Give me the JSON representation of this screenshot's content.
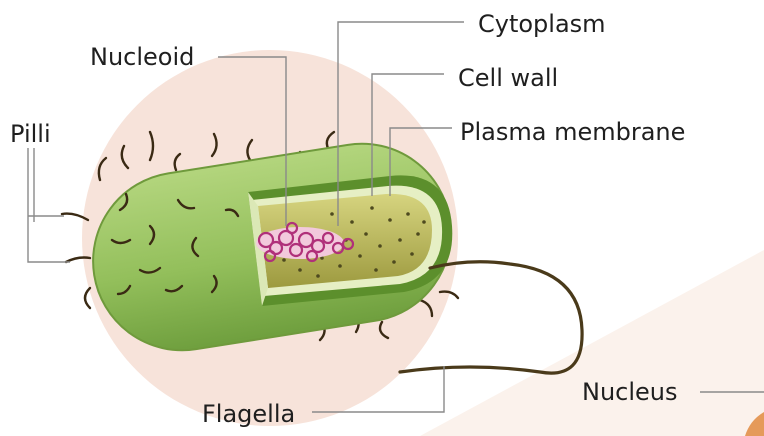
{
  "labels": {
    "cytoplasm": "Cytoplasm",
    "nucleoid": "Nucleoid",
    "cell_wall": "Cell wall",
    "pilli": "Pilli",
    "plasma_membrane": "Plasma membrane",
    "flagella": "Flagella",
    "nucleus": "Nucleus"
  },
  "colors": {
    "background_circle": "#f7e3da",
    "wedge": "#fbf2ec",
    "cell_body": "#9cc563",
    "cell_outline": "#6f9a3c",
    "cytoplasm": "#b7b455",
    "nucleoid": "#b0307a",
    "flagellum": "#4a3a1a"
  }
}
